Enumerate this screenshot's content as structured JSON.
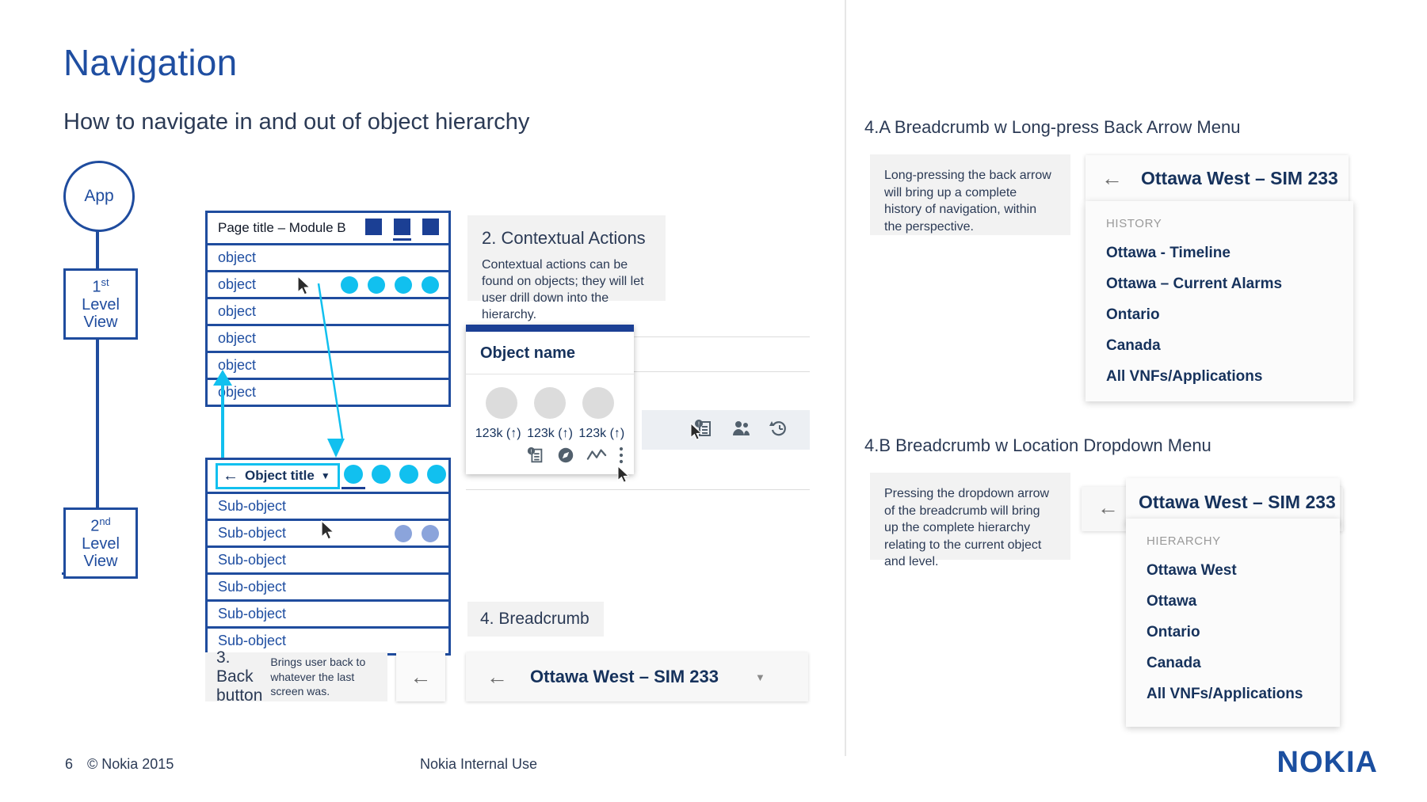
{
  "header": {
    "title": "Navigation",
    "subtitle": "How to navigate in and out of object hierarchy"
  },
  "flow": {
    "app_label": "App",
    "level1": {
      "ordinal": "1",
      "ordinal_suffix": "st",
      "line2": "Level",
      "line3": "View"
    },
    "level2": {
      "ordinal": "2",
      "ordinal_suffix": "nd",
      "line2": "Level",
      "line3": "View"
    }
  },
  "panel1": {
    "title": "Page title – Module B",
    "tabs": [
      {
        "name": "tab-1",
        "active": false
      },
      {
        "name": "tab-2",
        "active": true
      },
      {
        "name": "tab-3",
        "active": false
      }
    ],
    "rows": [
      {
        "label": "object",
        "dots": 0
      },
      {
        "label": "object",
        "dots": 4
      },
      {
        "label": "object",
        "dots": 0
      },
      {
        "label": "object",
        "dots": 0
      },
      {
        "label": "object",
        "dots": 0
      },
      {
        "label": "object",
        "dots": 0
      }
    ]
  },
  "panel2": {
    "title": "Object title",
    "back_arrow": "←",
    "caret": "▼",
    "tab_dots": 4,
    "rows": [
      {
        "label": "Sub-object",
        "dots": 0
      },
      {
        "label": "Sub-object",
        "dots": 2
      },
      {
        "label": "Sub-object",
        "dots": 0
      },
      {
        "label": "Sub-object",
        "dots": 0
      },
      {
        "label": "Sub-object",
        "dots": 0
      },
      {
        "label": "Sub-object",
        "dots": 0
      }
    ]
  },
  "callout_contextual": {
    "title": "2. Contextual Actions",
    "body": "Contextual actions can be found on objects; they will let user drill down into the hierarchy."
  },
  "object_card": {
    "title": "Object name",
    "values": [
      "123k (↑)",
      "123k (↑)",
      "123k (↑)"
    ],
    "actions": [
      "alarm-list-icon",
      "compass-icon",
      "trend-chart-icon",
      "more-vertical-icon"
    ]
  },
  "callout_back": {
    "title_line1": "3. Back",
    "title_line2": "button",
    "body": "Brings user back to whatever the last screen was."
  },
  "callout_breadcrumb": {
    "title": "4. Breadcrumb"
  },
  "breadcrumb_bar": {
    "back_arrow": "←",
    "label": "Ottawa West – SIM 233",
    "caret": "▼"
  },
  "section_a": {
    "title": "4.A Breadcrumb w Long-press Back Arrow Menu",
    "note": "Long-pressing the back arrow will bring up a complete history of navigation, within the perspective.",
    "bar": {
      "back_arrow": "←",
      "label": "Ottawa West – SIM 233"
    },
    "menu": {
      "header": "HISTORY",
      "items": [
        "Ottawa - Timeline",
        "Ottawa – Current Alarms",
        "Ontario",
        "Canada",
        "All VNFs/Applications"
      ]
    }
  },
  "section_b": {
    "title": "4.B Breadcrumb w Location Dropdown Menu",
    "note": "Pressing the dropdown arrow of the breadcrumb will bring up the complete hierarchy relating to the current object and level.",
    "bar": {
      "back_arrow": "←",
      "label": "Ottawa West – SIM 233"
    },
    "menu": {
      "header": "HIERARCHY",
      "items": [
        "Ottawa West",
        "Ottawa",
        "Ontario",
        "Canada",
        "All VNFs/Applications"
      ]
    }
  },
  "footer": {
    "page_number": "6",
    "copyright": "© Nokia 2015",
    "classification": "Nokia Internal Use",
    "logo": "NOKIA"
  },
  "colors": {
    "title_blue": "#1f4ea1",
    "navy": "#16325c",
    "accent_cyan": "#11c0ef",
    "dark_blue": "#1b3f94",
    "purple_dot": "#8ba4db"
  }
}
